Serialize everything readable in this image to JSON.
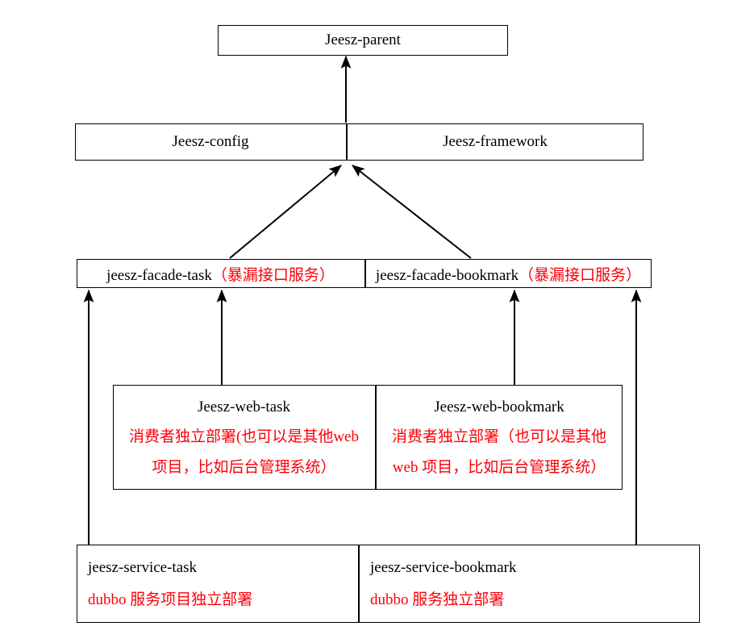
{
  "diagram": {
    "title": "Jeesz module dependency architecture",
    "colors": {
      "line": "#000000",
      "box_border": "#000000",
      "text_black": "#000000",
      "text_red": "#fb0007",
      "background": "#ffffff"
    },
    "parent": {
      "label": "Jeesz-parent"
    },
    "core_row": {
      "left_label": "Jeesz-config",
      "right_label": "Jeesz-framework"
    },
    "facade_row": {
      "left": {
        "name": "jeesz-facade-task",
        "note": "（暴漏接口服务）"
      },
      "right": {
        "name": "jeesz-facade-bookmark",
        "note": "（暴漏接口服务）"
      }
    },
    "web_row": {
      "left": {
        "title": "Jeesz-web-task",
        "note_line1": "消费者独立部署(也可以是其他web",
        "note_line2": "项目，比如后台管理系统）"
      },
      "right": {
        "title": "Jeesz-web-bookmark",
        "note_line1": "消费者独立部署（也可以是其他",
        "note_line2": "web 项目，比如后台管理系统）"
      }
    },
    "service_row": {
      "left": {
        "name": "jeesz-service-task",
        "note": "dubbo 服务项目独立部署"
      },
      "right": {
        "name": "jeesz-service-bookmark",
        "note": "dubbo 服务独立部署"
      }
    }
  }
}
